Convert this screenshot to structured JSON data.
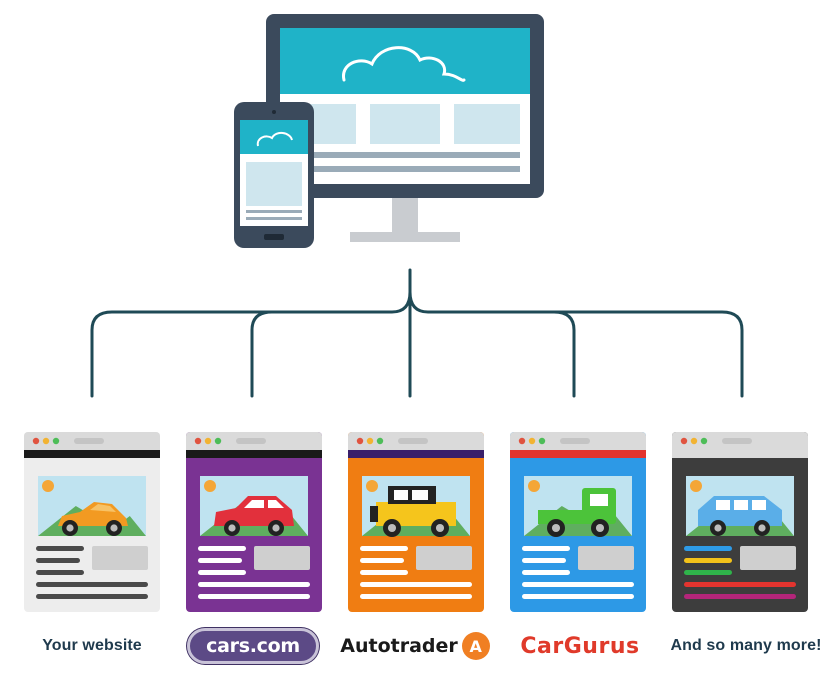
{
  "icons": {
    "monitor": "desktop-monitor-icon",
    "phone": "smartphone-icon",
    "cloud": "cloud-icon",
    "car": "car-icon",
    "sun": "sun-icon"
  },
  "colors": {
    "connector": "#1f4a56",
    "device_frame": "#3b4a5c",
    "screen_teal": "#1fb3c8",
    "screen_light": "#cfe6ee",
    "sky": "#bfe3f0",
    "grass": "#5fae5f",
    "sun": "#f4a637"
  },
  "sites": [
    {
      "id": "your-website",
      "caption": "Your website",
      "caption_style": "plain",
      "panel_bg": "#ededed",
      "stripe": "#1a1a1a",
      "car_type": "sports",
      "car_color": "#f29a22",
      "line_color": "#4a4a4a",
      "box_color": "#cfcfcf",
      "colored_lines": []
    },
    {
      "id": "cars-com",
      "caption": "cars.com",
      "caption_style": "cars",
      "panel_bg": "#7a3393",
      "stripe": "#1a1a1a",
      "car_type": "hatchback",
      "car_color": "#e2303c",
      "line_color": "#ffffff",
      "box_color": "#cfcfcf",
      "colored_lines": []
    },
    {
      "id": "autotrader",
      "caption": "Autotrader",
      "caption_style": "autotrader",
      "logo_glyph": "A",
      "panel_bg": "#f07d12",
      "stripe": "#3a1f6a",
      "car_type": "jeep",
      "car_color": "#f5c51c",
      "line_color": "#ffffff",
      "box_color": "#cfcfcf",
      "colored_lines": []
    },
    {
      "id": "cargurus",
      "caption": "CarGurus",
      "caption_style": "cargurus",
      "panel_bg": "#2d99e6",
      "stripe": "#e3342f",
      "car_type": "truck",
      "car_color": "#4cc33a",
      "line_color": "#ffffff",
      "box_color": "#cfcfcf",
      "colored_lines": []
    },
    {
      "id": "many-more",
      "caption": "And so many more!",
      "caption_style": "plain",
      "panel_bg": "#3d3d3d",
      "stripe": "#dcdcdc",
      "car_type": "suv",
      "car_color": "#5aaee8",
      "line_color": "#ffffff",
      "box_color": "#cfcfcf",
      "colored_lines": [
        "#2e9be8",
        "#f3c21a",
        "#2fb34a",
        "#e3342f",
        "#b3257a"
      ]
    }
  ]
}
